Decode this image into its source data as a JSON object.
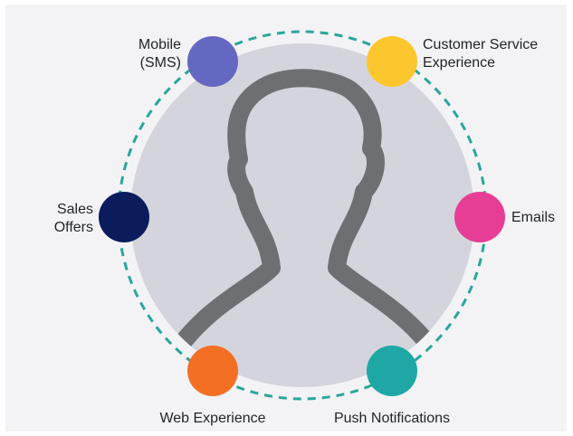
{
  "diagram": {
    "center": {
      "name": "customer"
    },
    "nodes": [
      {
        "id": "mobile",
        "label_lines": [
          "Mobile",
          "(SMS)"
        ],
        "color": "#6568c1"
      },
      {
        "id": "customer-service",
        "label_lines": [
          "Customer Service",
          "Experience"
        ],
        "color": "#fcc72e"
      },
      {
        "id": "sales-offers",
        "label_lines": [
          "Sales",
          "Offers"
        ],
        "color": "#0a1c5c"
      },
      {
        "id": "emails",
        "label_lines": [
          "Emails"
        ],
        "color": "#e63d95"
      },
      {
        "id": "web-experience",
        "label_lines": [
          "Web Experience"
        ],
        "color": "#f36f24"
      },
      {
        "id": "push-notifications",
        "label_lines": [
          "Push Notifications"
        ],
        "color": "#1ea7a5"
      }
    ],
    "colors": {
      "background": "#f3f3f5",
      "center_disc": "#d4d5dc",
      "silhouette": "#6e6f73",
      "ring_dash": "#2aa69a"
    }
  }
}
